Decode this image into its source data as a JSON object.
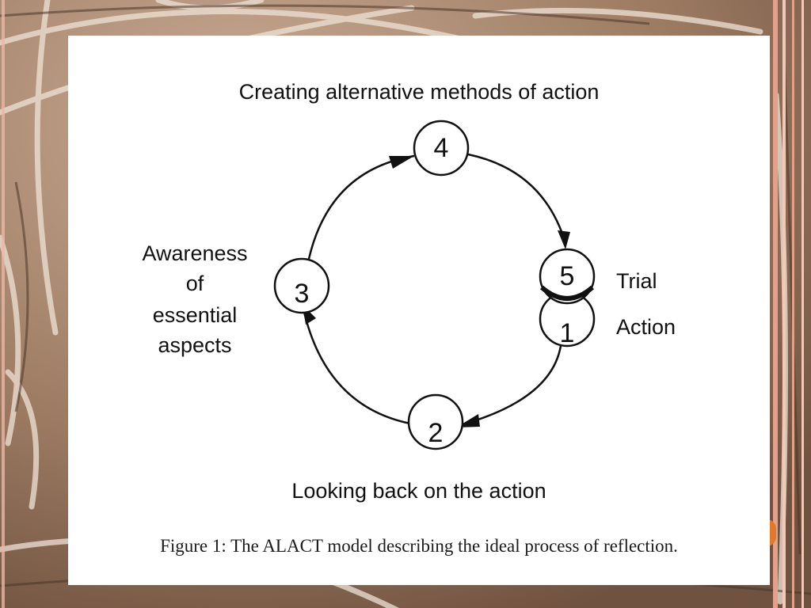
{
  "labels": {
    "top": "Creating alternative methods of action",
    "left_line1": "Awareness",
    "left_line2": "of",
    "left_line3": "essential",
    "left_line4": "aspects",
    "right_upper": "Trial",
    "right_lower": "Action",
    "bottom": "Looking back on the action"
  },
  "nodes": {
    "n1": "1",
    "n2": "2",
    "n3": "3",
    "n4": "4",
    "n5": "5"
  },
  "caption": "Figure 1: The ALACT model describing the ideal process of reflection.",
  "colors": {
    "background": "#a8876f",
    "card": "#ffffff",
    "ink": "#111111",
    "accent": "#e07a2a"
  }
}
